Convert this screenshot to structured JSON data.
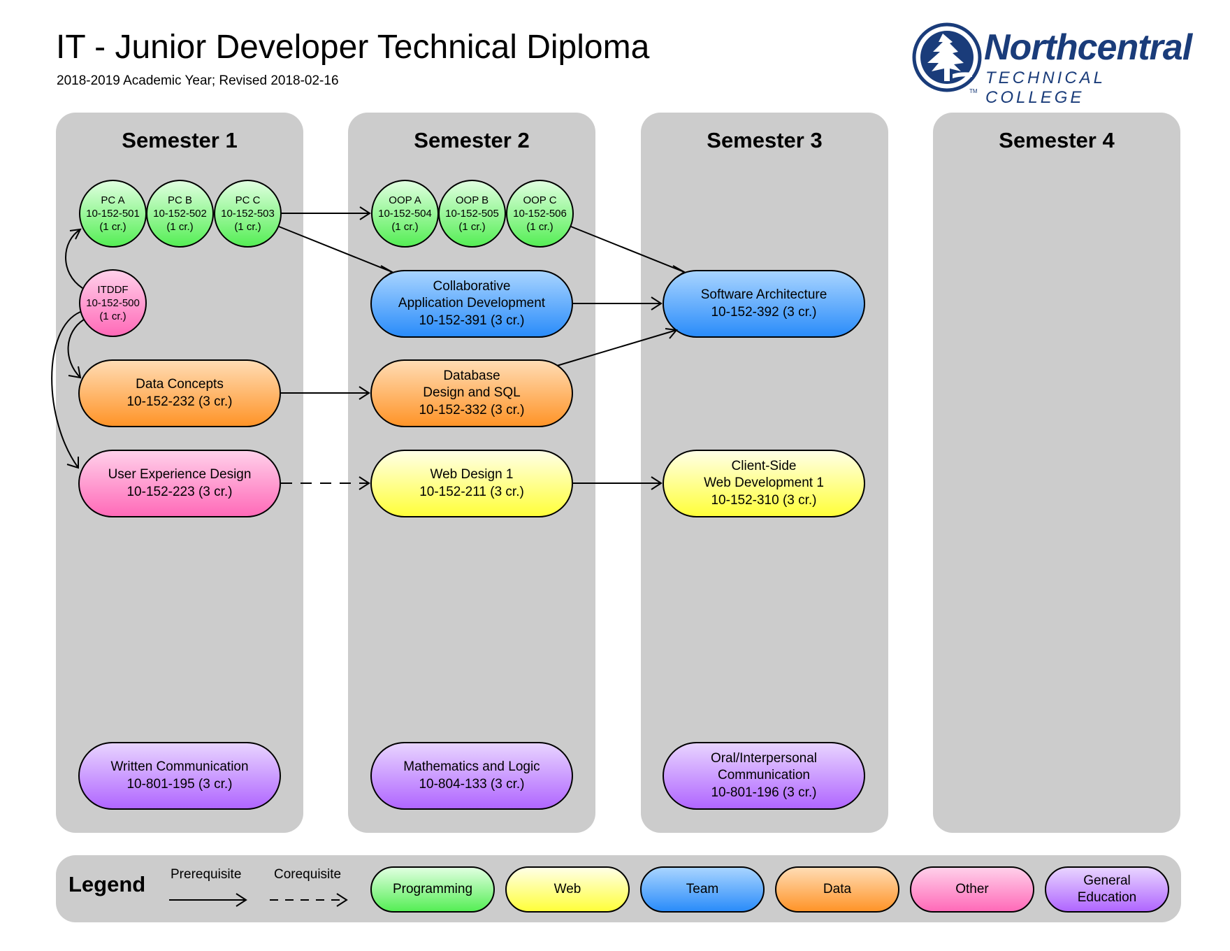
{
  "header": {
    "title": "IT - Junior Developer Technical Diploma",
    "subtitle": "2018-2019 Academic Year; Revised 2018-02-16"
  },
  "logo": {
    "name": "Northcentral",
    "tagline": "TECHNICAL COLLEGE",
    "trademark": "TM",
    "color": "#1a3c7a"
  },
  "semesters": [
    {
      "label": "Semester 1"
    },
    {
      "label": "Semester 2"
    },
    {
      "label": "Semester 3"
    },
    {
      "label": "Semester 4"
    }
  ],
  "categories": {
    "programming": {
      "label": "Programming",
      "color_top": "#e0ffe0",
      "color_bottom": "#55ee55"
    },
    "web": {
      "label": "Web",
      "color_top": "#ffffe6",
      "color_bottom": "#ffff3a"
    },
    "team": {
      "label": "Team",
      "color_top": "#a8d4ff",
      "color_bottom": "#2a8cfa"
    },
    "data": {
      "label": "Data",
      "color_top": "#ffdcb4",
      "color_bottom": "#ff9428"
    },
    "other": {
      "label": "Other",
      "color_top": "#ffd0ea",
      "color_bottom": "#ff6ab8"
    },
    "gened": {
      "label": "General\nEducation",
      "color_top": "#e8d4ff",
      "color_bottom": "#b066ff"
    }
  },
  "courses": {
    "pca": {
      "text": "PC A\n10-152-501\n(1 cr.)",
      "semester": 1,
      "category": "programming"
    },
    "pcb": {
      "text": "PC B\n10-152-502\n(1 cr.)",
      "semester": 1,
      "category": "programming"
    },
    "pcc": {
      "text": "PC C\n10-152-503\n(1 cr.)",
      "semester": 1,
      "category": "programming"
    },
    "itddf": {
      "text": "ITDDF\n10-152-500\n(1 cr.)",
      "semester": 1,
      "category": "other"
    },
    "datacon": {
      "text": "Data Concepts\n10-152-232 (3 cr.)",
      "semester": 1,
      "category": "data"
    },
    "uxd": {
      "text": "User Experience Design\n10-152-223 (3 cr.)",
      "semester": 1,
      "category": "other"
    },
    "written": {
      "text": "Written Communication\n10-801-195 (3 cr.)",
      "semester": 1,
      "category": "gened"
    },
    "oopa": {
      "text": "OOP A\n10-152-504\n(1 cr.)",
      "semester": 2,
      "category": "programming"
    },
    "oopb": {
      "text": "OOP B\n10-152-505\n(1 cr.)",
      "semester": 2,
      "category": "programming"
    },
    "oopc": {
      "text": "OOP C\n10-152-506\n(1 cr.)",
      "semester": 2,
      "category": "programming"
    },
    "collab": {
      "text": "Collaborative\nApplication Development\n10-152-391 (3 cr.)",
      "semester": 2,
      "category": "team"
    },
    "dbsql": {
      "text": "Database\nDesign and SQL\n10-152-332 (3 cr.)",
      "semester": 2,
      "category": "data"
    },
    "web1": {
      "text": "Web Design 1\n10-152-211 (3 cr.)",
      "semester": 2,
      "category": "web"
    },
    "math": {
      "text": "Mathematics and Logic\n10-804-133 (3 cr.)",
      "semester": 2,
      "category": "gened"
    },
    "softarch": {
      "text": "Software Architecture\n10-152-392 (3 cr.)",
      "semester": 3,
      "category": "team"
    },
    "clientweb": {
      "text": "Client-Side\nWeb Development 1\n10-152-310 (3 cr.)",
      "semester": 3,
      "category": "web"
    },
    "oral": {
      "text": "Oral/Interpersonal\nCommunication\n10-801-196 (3 cr.)",
      "semester": 3,
      "category": "gened"
    }
  },
  "relationships": [
    {
      "from": "itddf",
      "to": "pca",
      "type": "prerequisite"
    },
    {
      "from": "itddf",
      "to": "datacon",
      "type": "prerequisite"
    },
    {
      "from": "itddf",
      "to": "uxd",
      "type": "prerequisite"
    },
    {
      "from": "pcc",
      "to": "oopa",
      "type": "prerequisite"
    },
    {
      "from": "pcc",
      "to": "collab",
      "type": "prerequisite"
    },
    {
      "from": "oopc",
      "to": "softarch",
      "type": "prerequisite"
    },
    {
      "from": "collab",
      "to": "softarch",
      "type": "prerequisite"
    },
    {
      "from": "dbsql",
      "to": "softarch",
      "type": "prerequisite"
    },
    {
      "from": "datacon",
      "to": "dbsql",
      "type": "prerequisite"
    },
    {
      "from": "uxd",
      "to": "web1",
      "type": "corequisite"
    },
    {
      "from": "web1",
      "to": "clientweb",
      "type": "prerequisite"
    }
  ],
  "legend": {
    "title": "Legend",
    "prerequisite_label": "Prerequisite",
    "corequisite_label": "Corequisite"
  }
}
